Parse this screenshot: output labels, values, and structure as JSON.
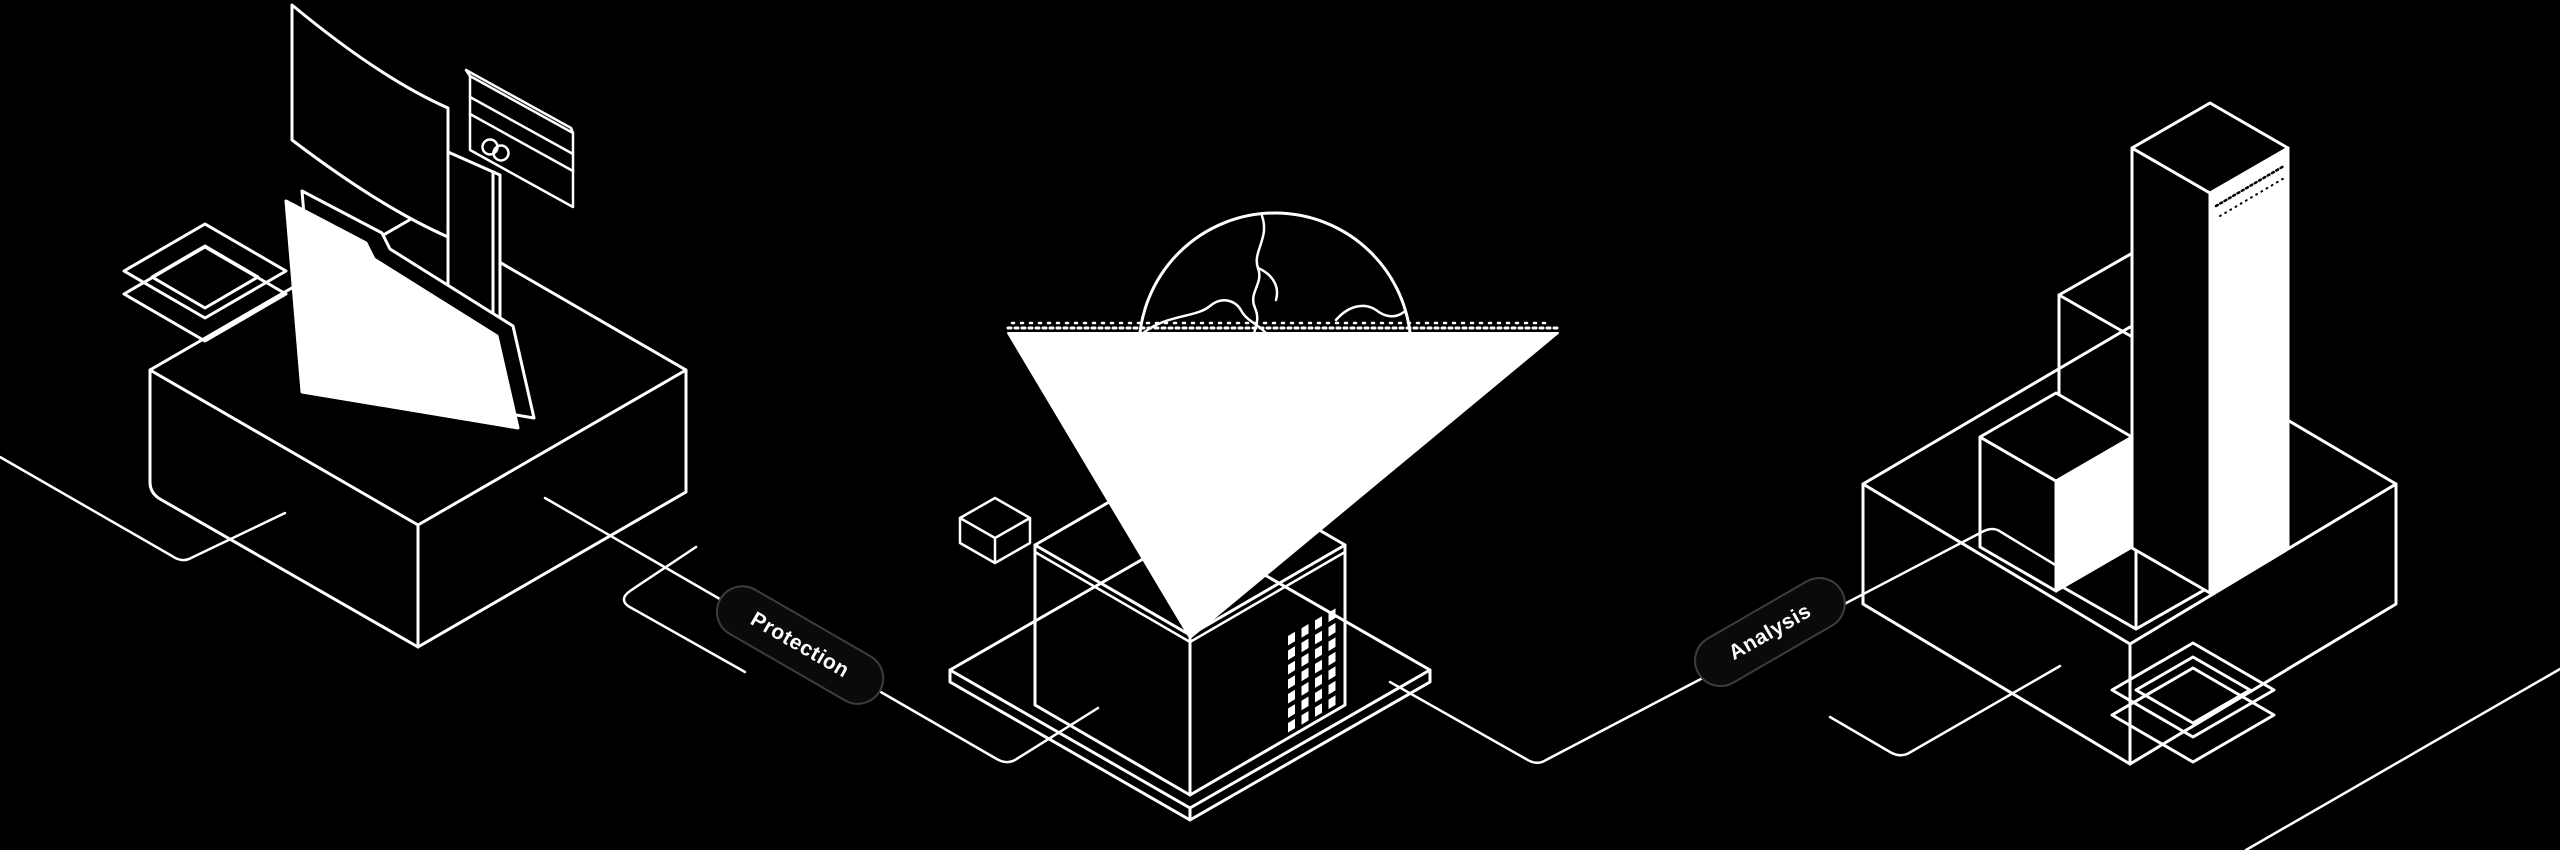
{
  "illustration": {
    "colors": {
      "background": "#000000",
      "line": "#ffffff",
      "pill_fill": "#0a0a0a",
      "pill_border": "#3d3d3d",
      "pill_text": "#ffffff"
    },
    "connectors": [
      {
        "label": "Protection"
      },
      {
        "label": "Analysis"
      }
    ],
    "projector_vent_grid": {
      "columns": 4,
      "rows": 7
    },
    "icons": [
      "folder-icon",
      "curved-screen-icon",
      "credit-card-icon",
      "stacked-layers-icon",
      "globe-icon",
      "projection-beam",
      "cube-icon",
      "bar-chart-icon"
    ]
  }
}
